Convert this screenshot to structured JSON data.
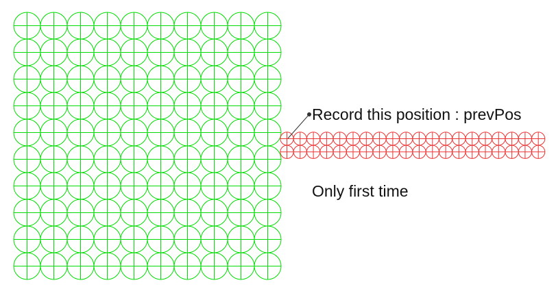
{
  "annotations": {
    "record_label": "Record this position : prevPos",
    "first_time_label": "Only first time"
  },
  "green_grid": {
    "rows": 10,
    "cols": 10,
    "color": "#00dd00"
  },
  "red_strip": {
    "rows": 2,
    "cols": 20,
    "color": "#ee3333"
  },
  "pointer_color": "#333333"
}
